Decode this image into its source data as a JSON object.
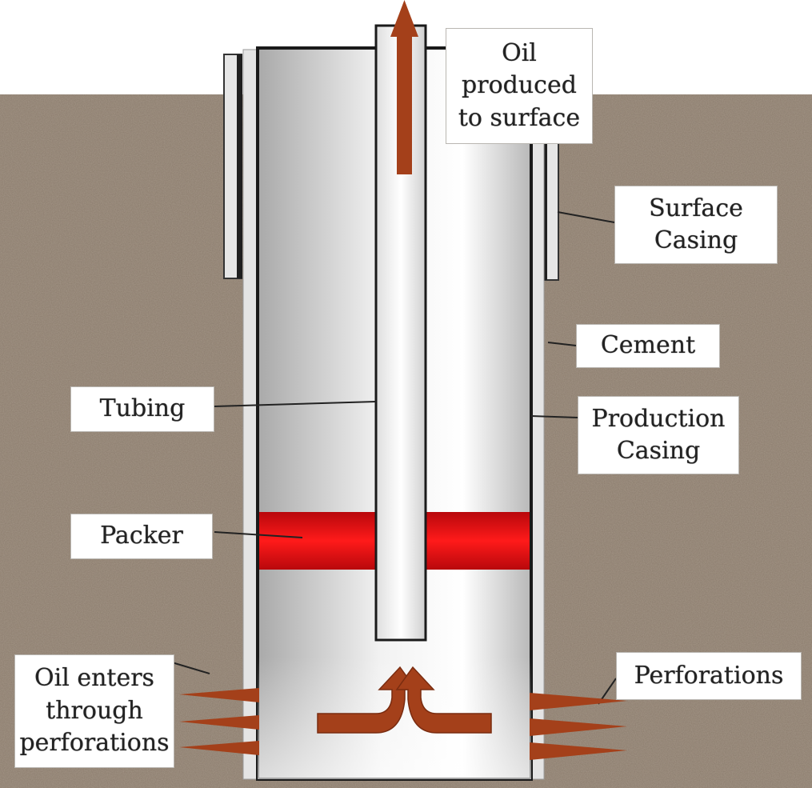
{
  "labels": {
    "oil_produced": "Oil\nproduced\nto surface",
    "surface_casing": "Surface\nCasing",
    "cement": "Cement",
    "tubing": "Tubing",
    "production_casing": "Production\nCasing",
    "packer": "Packer",
    "oil_enters": "Oil enters\nthrough\nperforations",
    "perforations": "Perforations"
  },
  "colors": {
    "ground": "#a39586",
    "casing_fill": "#d6d6d6",
    "packer": "#d80b10",
    "oil_arrow": "#a4401a"
  }
}
